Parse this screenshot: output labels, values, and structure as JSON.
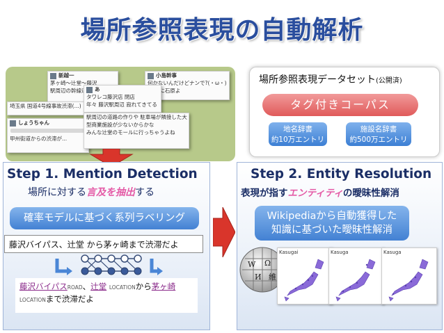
{
  "title": "場所参照表現の自動解析",
  "collage": {
    "tweets": [
      {
        "user": "新越一",
        "lines": [
          "茅ヶ崎〜辻堂〜藤沢",
          "駅周辺の幹線道路が"
        ]
      },
      {
        "user": "あ",
        "lines": [
          "タワレコ藤沢店 閉店",
          "年々 藤沢駅周辺 寂れてきてる"
        ]
      },
      {
        "user": "",
        "lines": [
          "埼玉県 国道4号線事故渋滞(...)"
        ]
      },
      {
        "user": "しょうちゃん",
        "lines": [
          "甲州街道からの渋滞が..."
        ]
      },
      {
        "user": "",
        "lines": [
          "駅周辺の道路の作りや 駐車場が隣接した大",
          "型商業施設が少ないからかな",
          "みんな辻堂のモールに行っちゃうよね"
        ]
      },
      {
        "user": "小島幹事",
        "lines": [
          "何かないんだけどナンで?(・ω・)",
          "で なに石原よ"
        ]
      }
    ]
  },
  "dataset": {
    "title": "場所参照表現データセット",
    "title_note": "(公開済)",
    "corpus": "タグ付きコーパス",
    "dict1_line1": "地名辞書",
    "dict1_line2": "約10万エントリ",
    "dict2_line1": "施設名辞書",
    "dict2_line2": "約500万エントリ",
    "colors": {
      "corpus": "#e05a5a",
      "dict": "#3c7fd4"
    }
  },
  "step1": {
    "title": "Step 1. Mention Detection",
    "sub_prefix": "場所に対する",
    "sub_highlight": "言及を抽出",
    "sub_suffix": "する",
    "method": "確率モデルに基づく系列ラベリング",
    "sentence": "藤沢バイパス、辻堂 から茅ヶ崎まで渋滞だよ",
    "labeled": {
      "e1": "藤沢バイパス",
      "t1": "ROAD",
      "s1": "、",
      "e2": "辻堂",
      "t2": "LOCATION",
      "s2": "から",
      "e3": "茅ヶ崎",
      "t3": "LOCATION",
      "s3": "まで渋滞だよ"
    }
  },
  "step2": {
    "title": "Step 2. Entity Resolution",
    "sub_prefix": "表現が指す",
    "sub_highlight": "エンティティ",
    "sub_suffix": "の曖昧性解消",
    "method_line1": "Wikipediaから自動獲得した",
    "method_line2": "知識に基づいた曖昧性解消",
    "icon": "wikipedia-globe-icon",
    "map_labels": [
      "Kasugai",
      "Kasuga",
      "Kasuga"
    ]
  }
}
